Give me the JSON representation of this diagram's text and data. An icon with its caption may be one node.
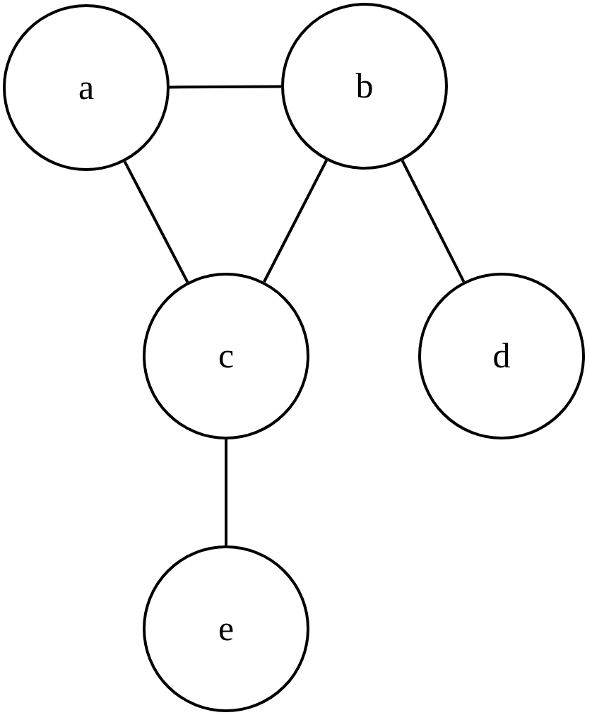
{
  "diagram": {
    "nodes": [
      {
        "text": [
          "a"
        ]
      },
      {
        "text": [
          "b"
        ]
      },
      {
        "text": [
          "c"
        ]
      },
      {
        "text": [
          "d"
        ]
      },
      {
        "text": [
          "e"
        ]
      }
    ],
    "edges": [
      {
        "from": 0,
        "to": 1,
        "arrow": "none"
      },
      {
        "from": 0,
        "to": 2,
        "arrow": "none"
      },
      {
        "from": 1,
        "to": 2,
        "arrow": "none"
      },
      {
        "from": 1,
        "to": 3,
        "arrow": "none"
      },
      {
        "from": 2,
        "to": 4,
        "arrow": "none"
      }
    ]
  }
}
